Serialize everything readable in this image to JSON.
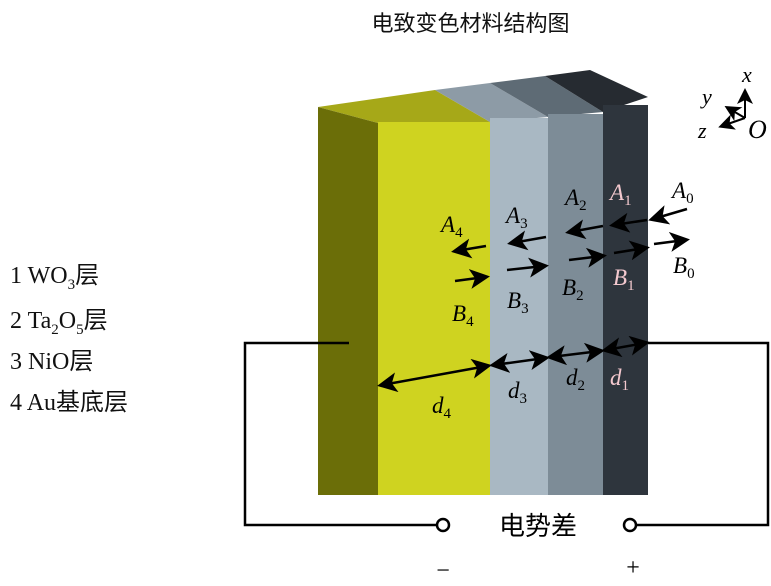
{
  "title": "电致变色材料结构图",
  "legend": [
    {
      "num": "1",
      "pre": "WO",
      "sub1": "3",
      "mid": "",
      "sub2": "",
      "suf": "层"
    },
    {
      "num": "2",
      "pre": "Ta",
      "sub1": "2",
      "mid": "O",
      "sub2": "5",
      "suf": "层"
    },
    {
      "num": "3",
      "pre": "NiO",
      "sub1": "",
      "mid": "",
      "sub2": "",
      "suf": "层"
    },
    {
      "num": "4",
      "pre": "Au基底层",
      "sub1": "",
      "mid": "",
      "sub2": "",
      "suf": ""
    }
  ],
  "axes": {
    "x": "x",
    "y": "y",
    "z": "z",
    "origin": "O"
  },
  "labels": {
    "A": "A",
    "B": "B",
    "d": "d",
    "i0": "0",
    "i1": "1",
    "i2": "2",
    "i3": "3",
    "i4": "4"
  },
  "circuit": {
    "label": "电势差",
    "minus": "−",
    "plus": "+"
  },
  "colors": {
    "yellow": "#cfd320",
    "yellow_side": "#6b6e08",
    "light": "#a9b8c3",
    "mid": "#7d8c97",
    "dark": "#2e353d"
  }
}
